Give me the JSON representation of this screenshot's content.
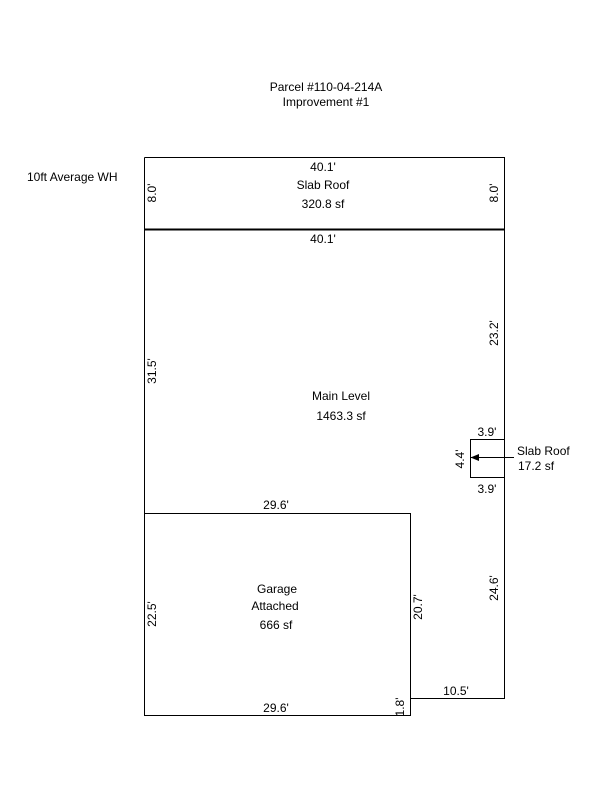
{
  "header": {
    "parcel": "Parcel #110-04-214A",
    "improvement": "Improvement #1"
  },
  "note": "10ft Average WH",
  "slab_roof_top": {
    "name": "Slab Roof",
    "area": "320.8 sf",
    "top_dim": "40.1'",
    "left_dim": "8.0'",
    "right_dim": "8.0'"
  },
  "main_level": {
    "name": "Main Level",
    "area": "1463.3 sf",
    "top_dim": "40.1'",
    "left_dim": "31.5'",
    "right_upper_dim": "23.2'",
    "right_lower_dim": "24.6'",
    "notch_dim": "10.5'",
    "notch_height_dim": "1.8'"
  },
  "garage": {
    "name_line1": "Garage",
    "name_line2": "Attached",
    "area": "666 sf",
    "top_dim": "29.6'",
    "bottom_dim": "29.6'",
    "left_dim": "22.5'",
    "right_dim": "20.7'"
  },
  "slab_roof_small": {
    "name": "Slab Roof",
    "area": "17.2 sf",
    "top_dim": "3.9'",
    "bottom_dim": "3.9'",
    "left_dim": "4.4'"
  }
}
